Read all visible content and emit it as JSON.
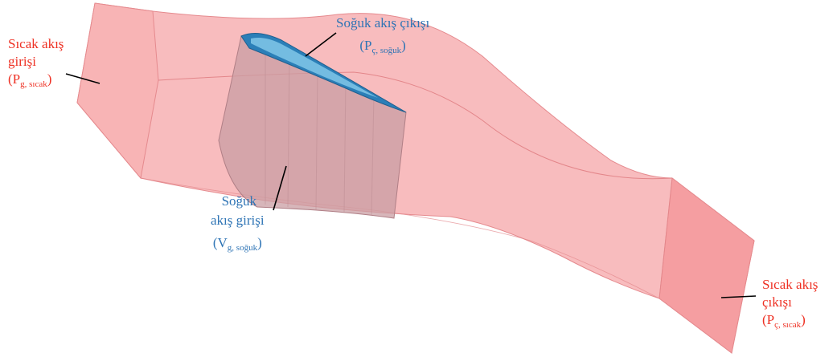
{
  "colors": {
    "hot_text": "#ee3124",
    "cold_text": "#2e74b5",
    "duct_fill": "#f6a6a8",
    "blade_fill": "#c99ea3",
    "cooling_channel": "#2b7fb8"
  },
  "labels": {
    "hot_inlet": {
      "line1": "Sıcak akış",
      "line2": "girişi",
      "symbol": "P",
      "sub": "g, sıcak"
    },
    "cold_outlet": {
      "line1": "Soğuk akış çıkışı",
      "symbol": "P",
      "sub": "ç, soğuk"
    },
    "cold_inlet": {
      "line1": "Soğuk",
      "line2": "akış girişi",
      "symbol": "V",
      "sub": "g, soğuk"
    },
    "hot_outlet": {
      "line1": "Sıcak akış",
      "line2": "çıkışı",
      "symbol": "P",
      "sub": "ç, sıcak"
    }
  }
}
